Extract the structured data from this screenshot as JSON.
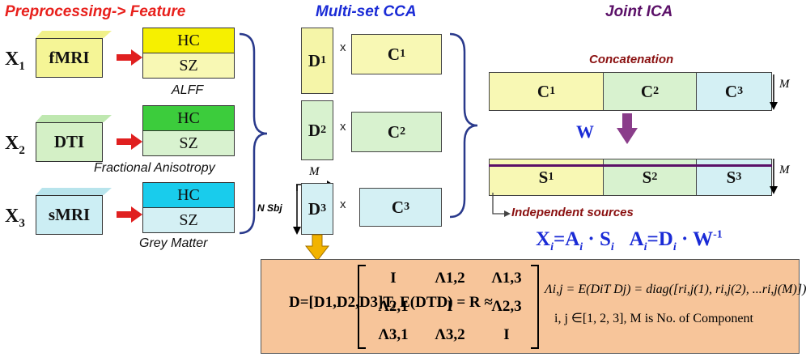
{
  "headers": {
    "preprocessing": "Preprocessing-> Feature",
    "mcca": "Multi-set CCA",
    "jica": "Joint ICA"
  },
  "modalities": [
    {
      "x": "X",
      "x_sub": "1",
      "name": "fMRI",
      "hc": "HC",
      "sz": "SZ",
      "feature": "ALFF"
    },
    {
      "x": "X",
      "x_sub": "2",
      "name": "DTI",
      "hc": "HC",
      "sz": "SZ",
      "feature": "Fractional Anisotropy"
    },
    {
      "x": "X",
      "x_sub": "3",
      "name": "sMRI",
      "hc": "HC",
      "sz": "SZ",
      "feature": "Grey Matter"
    }
  ],
  "mcca": {
    "d": [
      {
        "l": "D",
        "s": "1"
      },
      {
        "l": "D",
        "s": "2"
      },
      {
        "l": "D",
        "s": "3"
      }
    ],
    "c": [
      {
        "l": "C",
        "s": "1"
      },
      {
        "l": "C",
        "s": "2"
      },
      {
        "l": "C",
        "s": "3"
      }
    ],
    "times": "x",
    "m_label": "M",
    "nsbj_label": "N Sbj"
  },
  "jica": {
    "concat_label": "Concatenation",
    "c_row": [
      {
        "l": "C",
        "s": "1"
      },
      {
        "l": "C",
        "s": "2"
      },
      {
        "l": "C",
        "s": "3"
      }
    ],
    "s_row": [
      {
        "l": "S",
        "s": "1"
      },
      {
        "l": "S",
        "s": "2"
      },
      {
        "l": "S",
        "s": "3"
      }
    ],
    "m_label": "M",
    "w_label": "W",
    "indep_label": "Independent sources"
  },
  "equations": {
    "eq1_lhs": "X",
    "eq1_lhs_sub": "i",
    "eq1_a": "A",
    "eq1_a_sub": "i",
    "eq1_dot": "·",
    "eq1_s": "S",
    "eq1_s_sub": "i",
    "eq2_lhs": "A",
    "eq2_lhs_sub": "i",
    "eq2_d": "D",
    "eq2_d_sub": "i",
    "eq2_w": "W",
    "eq2_sup": "-1"
  },
  "formula": {
    "lhs": "D=[D1,D2,D3]T, E(DTD) = R ≈",
    "matrix": [
      [
        "I",
        "Λ1,2",
        "Λ1,3"
      ],
      [
        "Λ2,1",
        "I",
        "Λ2,3"
      ],
      [
        "Λ3,1",
        "Λ3,2",
        "I"
      ]
    ],
    "lambda_def": "Λi,j = E(DiT Dj) = diag([ri,j(1), ri,j(2), ...ri,j(M)])",
    "domain": "i, j ∈[1, 2, 3], M is No. of Component"
  },
  "colors": {
    "hdr_red": "#e8201c",
    "hdr_blue": "#1a2bd6",
    "hdr_purple": "#5b1068",
    "yellow": "#f8f8b4",
    "green": "#d8f2cf",
    "cyan": "#d4f0f4",
    "hc_yellow": "#f6f000",
    "hc_green": "#3ccc3c",
    "hc_cyan": "#19ccec",
    "arrow_red": "#e02020",
    "brace_blue": "#2a3a8c",
    "formula_bg": "#f7c59a"
  }
}
